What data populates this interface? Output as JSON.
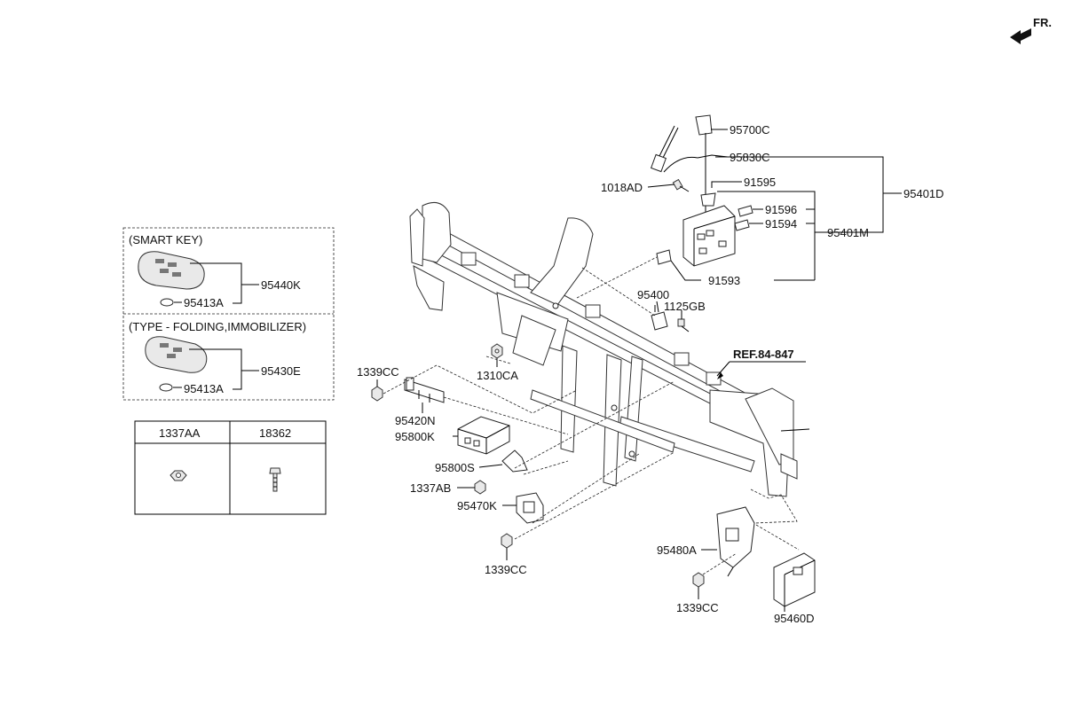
{
  "header": {
    "direction_label": "FR."
  },
  "legend_boxes": {
    "smart_key_title": "(SMART KEY)",
    "folding_title": "(TYPE - FOLDING,IMMOBILIZER)",
    "table": {
      "headers": [
        "1337AA",
        "18362"
      ]
    }
  },
  "ref_label": "REF.84-847",
  "part_labels": {
    "p95440K": "95440K",
    "p95413A_1": "95413A",
    "p95430E": "95430E",
    "p95413A_2": "95413A",
    "p95700C": "95700C",
    "p95830C": "95830C",
    "p1018AD": "1018AD",
    "p91595": "91595",
    "p95401D": "95401D",
    "p91596": "91596",
    "p91594": "91594",
    "p95401M": "95401M",
    "p91593": "91593",
    "p95400": "95400",
    "p1125GB": "1125GB",
    "p1310CA": "1310CA",
    "p1339CC_1": "1339CC",
    "p95420N": "95420N",
    "p95800K": "95800K",
    "p95800S": "95800S",
    "p1337AB": "1337AB",
    "p95470K": "95470K",
    "p1339CC_2": "1339CC",
    "p95480A": "95480A",
    "p1339CC_3": "1339CC",
    "p95460D": "95460D"
  }
}
